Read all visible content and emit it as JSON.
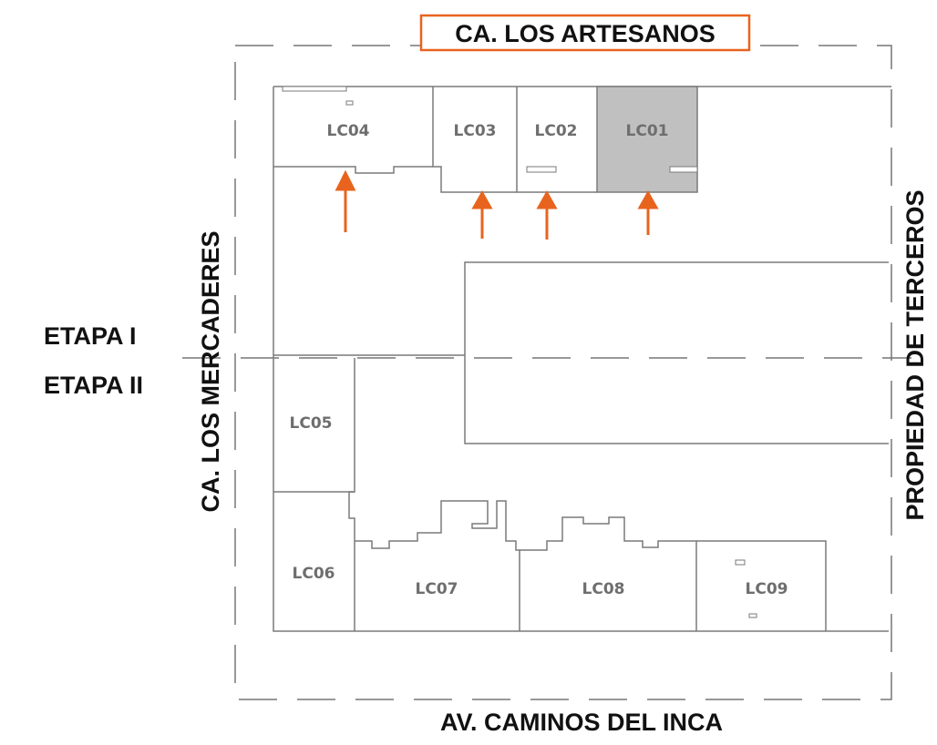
{
  "streets": {
    "north": "CA. LOS ARTESANOS",
    "south": "AV. CAMINOS DEL INCA",
    "west": "CA. LOS MERCADERES",
    "east": "PROPIEDAD DE TERCEROS"
  },
  "phases": {
    "phase1": "ETAPA I",
    "phase2": "ETAPA II"
  },
  "units": [
    "LC01",
    "LC02",
    "LC03",
    "LC04",
    "LC05",
    "LC06",
    "LC07",
    "LC08",
    "LC09"
  ],
  "colors": {
    "accent": "#e8641e",
    "highlight_unit": "#c0c0c0",
    "walls": "#7a7a7a"
  }
}
